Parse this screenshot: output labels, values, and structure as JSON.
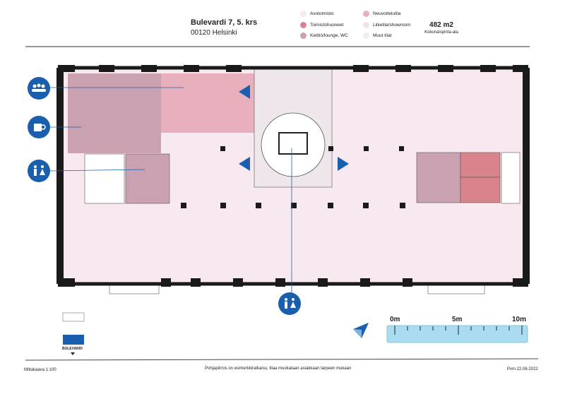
{
  "header": {
    "title": "Bulevardi 7, 5. krs",
    "address": "00120 Helsinki",
    "area_value": "482 m2",
    "area_label": "Kokonaispinta-ala"
  },
  "legend": [
    {
      "label": "Avotoimisto",
      "color": "#f7e9ef"
    },
    {
      "label": "Toimistohuoneet",
      "color": "#d9838d"
    },
    {
      "label": "Keittiö/lounge, WC",
      "color": "#c9a1b1"
    },
    {
      "label": "Neuvottelutila",
      "color": "#e8b0bd"
    },
    {
      "label": "Liiketila/showroom",
      "color": "#f4e2ea"
    },
    {
      "label": "Muut tilat",
      "color": "#f3ecf1"
    }
  ],
  "icons": [
    "meeting-icon",
    "coffee-icon",
    "wc-icon",
    "wc-icon"
  ],
  "street": {
    "label": "BULEVARDI"
  },
  "scale": {
    "labels": [
      "0m",
      "5m",
      "10m"
    ],
    "color": "#a9dcf0"
  },
  "footer": {
    "scale": "Mittakaava 1:100",
    "note": "Pohjapiirros on esimerkkiratkaisu, tilaa muokataan asiakkaan tarpeen mukaan",
    "date": "Pvm 22.06.2022"
  },
  "colors": {
    "accent": "#1a5fae",
    "wall": "#1a1a1a"
  }
}
